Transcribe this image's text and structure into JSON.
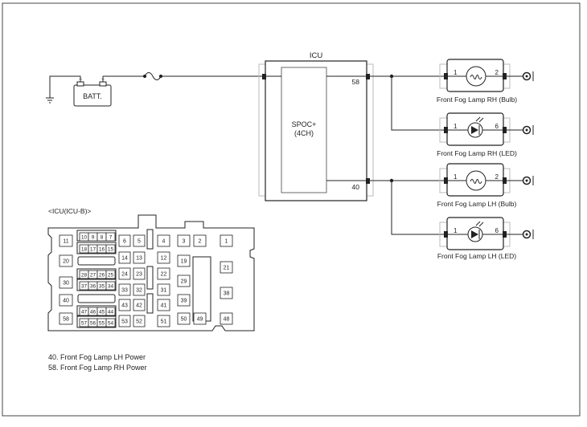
{
  "diagram": {
    "battery_label": "BATT.",
    "battery_neg": "−",
    "battery_pos": "+",
    "icu_title": "ICU",
    "spoc_line1": "SPOC+",
    "spoc_line2": "(4CH)",
    "pin_58": "58",
    "pin_40": "40",
    "lamps": [
      {
        "caption": "Front Fog Lamp RH (Bulb)",
        "pin_in": "1",
        "pin_out": "2"
      },
      {
        "caption": "Front Fog Lamp RH (LED)",
        "pin_in": "1",
        "pin_out": "6"
      },
      {
        "caption": "Front Fog Lamp LH (Bulb)",
        "pin_in": "1",
        "pin_out": "2"
      },
      {
        "caption": "Front Fog Lamp LH (LED)",
        "pin_in": "1",
        "pin_out": "6"
      }
    ]
  },
  "connector": {
    "title": "<ICU(ICU-B)>",
    "cells": [
      {
        "t": "11"
      },
      {
        "t": "10"
      },
      {
        "t": "9"
      },
      {
        "t": "8"
      },
      {
        "t": "7"
      },
      {
        "t": "6"
      },
      {
        "t": "5"
      },
      {
        "t": "4"
      },
      {
        "t": "3"
      },
      {
        "t": "2"
      },
      {
        "t": "1"
      },
      {
        "t": "18"
      },
      {
        "t": "17"
      },
      {
        "t": "16"
      },
      {
        "t": "15"
      },
      {
        "t": "20"
      },
      {
        "t": "14"
      },
      {
        "t": "13"
      },
      {
        "t": "12"
      },
      {
        "t": "19"
      },
      {
        "t": "21"
      },
      {
        "t": "28"
      },
      {
        "t": "27"
      },
      {
        "t": "26"
      },
      {
        "t": "25"
      },
      {
        "t": "24"
      },
      {
        "t": "23"
      },
      {
        "t": "22"
      },
      {
        "t": "30"
      },
      {
        "t": "37"
      },
      {
        "t": "36"
      },
      {
        "t": "35"
      },
      {
        "t": "34"
      },
      {
        "t": "33"
      },
      {
        "t": "32"
      },
      {
        "t": "31"
      },
      {
        "t": "29"
      },
      {
        "t": "38"
      },
      {
        "t": "40"
      },
      {
        "t": "43"
      },
      {
        "t": "42"
      },
      {
        "t": "41"
      },
      {
        "t": "39"
      },
      {
        "t": "47"
      },
      {
        "t": "46"
      },
      {
        "t": "45"
      },
      {
        "t": "44"
      },
      {
        "t": "58"
      },
      {
        "t": "57"
      },
      {
        "t": "56"
      },
      {
        "t": "55"
      },
      {
        "t": "54"
      },
      {
        "t": "53"
      },
      {
        "t": "52"
      },
      {
        "t": "51"
      },
      {
        "t": "50"
      },
      {
        "t": "49"
      },
      {
        "t": "48"
      }
    ]
  },
  "legend": [
    "40. Front Fog Lamp LH Power",
    "58. Front Fog Lamp RH Power"
  ]
}
